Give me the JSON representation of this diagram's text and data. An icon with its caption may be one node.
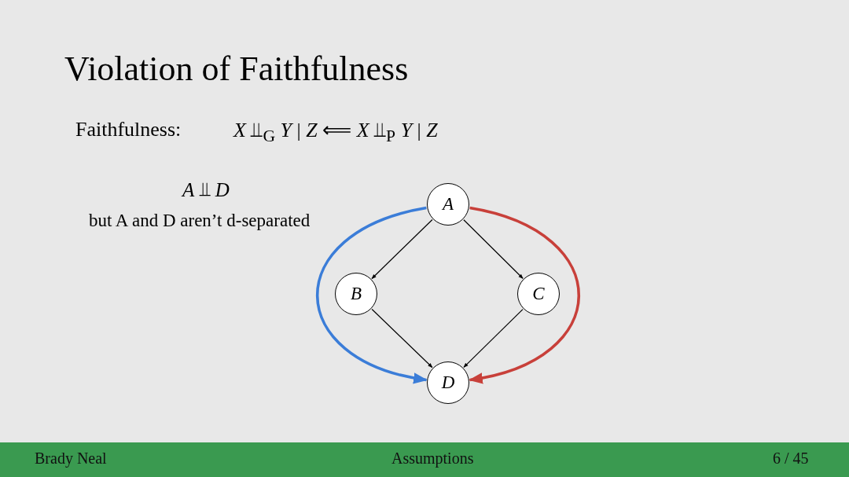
{
  "diagram": {
    "title": "Violation of Faithfulness",
    "nodes": [
      {
        "text": [
          "A"
        ]
      },
      {
        "text": [
          "B"
        ]
      },
      {
        "text": [
          "C"
        ]
      },
      {
        "text": [
          "D"
        ]
      }
    ],
    "edges": [
      {
        "from": 0,
        "to": 1,
        "arrow": "to"
      },
      {
        "from": 0,
        "to": 2,
        "arrow": "to"
      },
      {
        "from": 1,
        "to": 3,
        "arrow": "to"
      },
      {
        "from": 2,
        "to": 3,
        "arrow": "to"
      },
      {
        "from": 0,
        "to": 3,
        "arrow": "to",
        "style": "thick",
        "color": "#3b7dd8"
      },
      {
        "from": 0,
        "to": 3,
        "arrow": "to",
        "style": "thick",
        "color": "#c8403a"
      }
    ],
    "labels": [
      "Faithfulness:",
      "*X* ⫫$_{G}$ *Y* | *Z* ⟸ *X* ⫫$_{P}$ *Y* | *Z*",
      "*A* ⫫ *D*",
      "but A and D aren’t d-separated",
      "Brady Neal",
      "Assumptions",
      "6 / 45"
    ]
  }
}
